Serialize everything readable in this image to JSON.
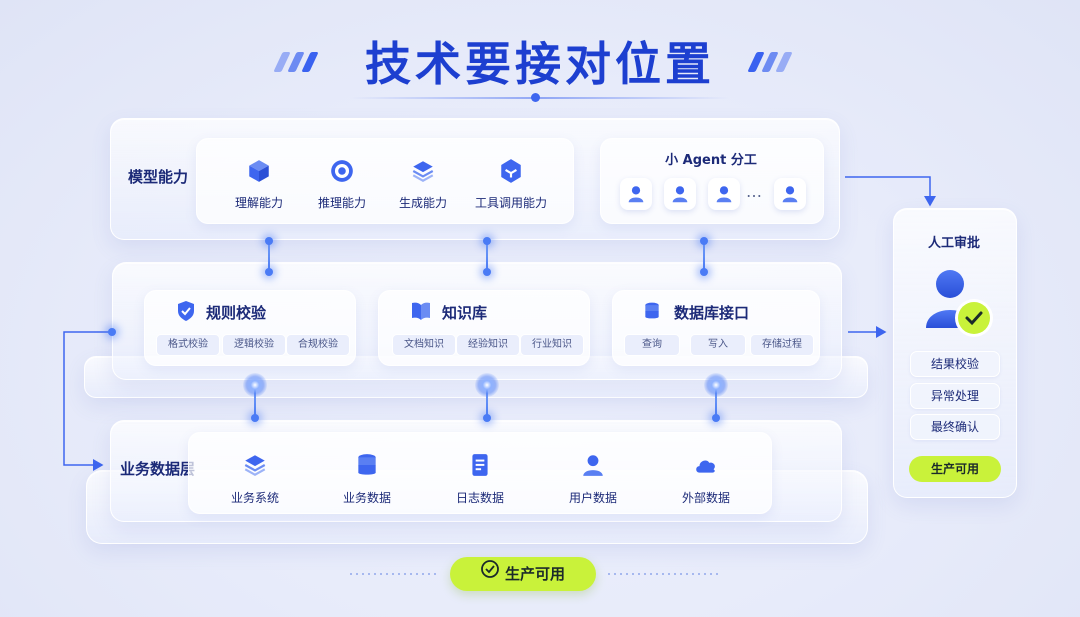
{
  "title": "技术要接对位置",
  "model_layer": {
    "label": "模型能力",
    "items": [
      {
        "label": "理解能力",
        "icon": "cube-icon"
      },
      {
        "label": "推理能力",
        "icon": "target-icon"
      },
      {
        "label": "生成能力",
        "icon": "layers-icon"
      },
      {
        "label": "工具调用能力",
        "icon": "hexagon-tool-icon"
      }
    ]
  },
  "agent_panel": {
    "title": "小 Agent 分工",
    "ellipsis": "…"
  },
  "middle_layer": {
    "modules": [
      {
        "title": "规则校验",
        "icon": "shield-check-icon",
        "chips": [
          "格式校验",
          "逻辑校验",
          "合规校验"
        ]
      },
      {
        "title": "知识库",
        "icon": "book-icon",
        "chips": [
          "文档知识",
          "经验知识",
          "行业知识"
        ]
      },
      {
        "title": "数据库接口",
        "icon": "database-icon",
        "chips": [
          "查询",
          "写入",
          "存储过程"
        ]
      }
    ]
  },
  "business_layer": {
    "label": "业务数据层",
    "items": [
      {
        "label": "业务系统",
        "icon": "layers-icon"
      },
      {
        "label": "业务数据",
        "icon": "database-icon"
      },
      {
        "label": "日志数据",
        "icon": "document-icon"
      },
      {
        "label": "用户数据",
        "icon": "user-icon"
      },
      {
        "label": "外部数据",
        "icon": "cloud-icon"
      }
    ]
  },
  "review_panel": {
    "title": "人工审批",
    "steps": [
      "结果校验",
      "异常处理",
      "最终确认"
    ],
    "badge": "生产可用"
  },
  "bottom_badge": "生产可用",
  "colors": {
    "primary": "#1d3fd0",
    "accent_blue": "#3e66ef",
    "accent_green": "#c9f23a",
    "text_dark": "#1c2a78"
  }
}
